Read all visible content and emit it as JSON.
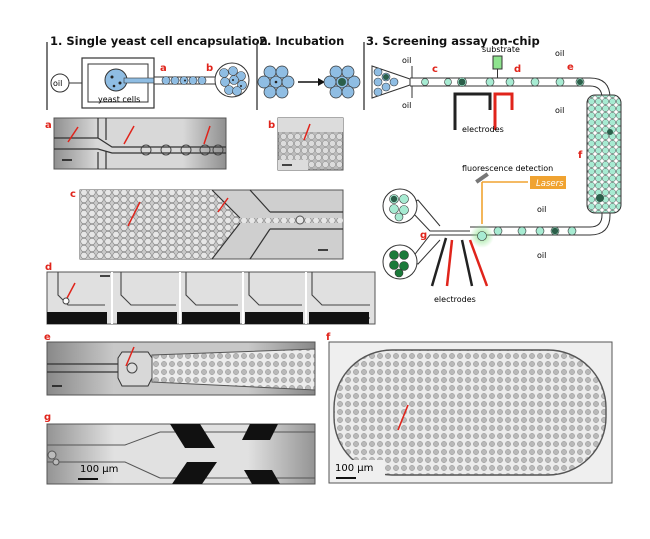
{
  "sections": [
    {
      "title": "1. Single yeast cell encapsulation"
    },
    {
      "title": "2. Incubation"
    },
    {
      "title": "3. Screening assay on-chip"
    }
  ],
  "schematic": {
    "oil": "oil",
    "yeast_cells": "yeast cells",
    "substrate": "substrate",
    "electrodes": "electrodes",
    "fluorescence_detection": "fluorescence detection",
    "lasers": "Lasers",
    "tags": [
      "a",
      "b",
      "c",
      "d",
      "e",
      "f",
      "g"
    ]
  },
  "panels": {
    "a": "a",
    "b": "b",
    "c": "c",
    "d": "d",
    "e": "e",
    "f": "f",
    "g": "g"
  },
  "scale_bar": "100 µm",
  "colors": {
    "accent_red": "#e0241b",
    "droplet_blue": "#9cc3e6",
    "droplet_green": "#a7ebd2",
    "dark_green": "#1b7a3a",
    "laser_orange": "#f0a331",
    "substrate_green": "#8ee38e"
  }
}
